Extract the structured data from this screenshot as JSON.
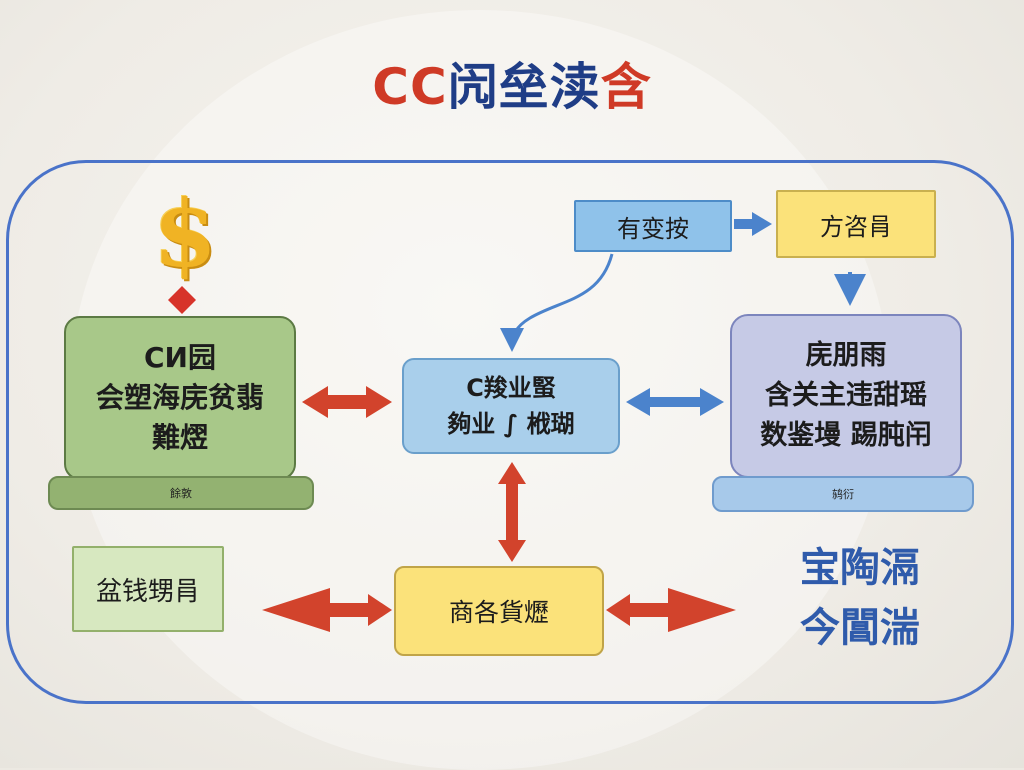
{
  "title": {
    "part1": "CC",
    "part2": "闶垒渎",
    "part3": "含"
  },
  "symbols": {
    "dollar": "$"
  },
  "nodes": {
    "left": {
      "lines": [
        "CИ园",
        "会塑海庑贫翡",
        "難熤"
      ],
      "base_label": "餘敦"
    },
    "center": {
      "lines": [
        "C羧业蜸",
        "夠业 ∫ 栰瑚"
      ]
    },
    "right": {
      "lines": [
        "庑朋雨",
        "含关主违甜瑶",
        "数鉴墁 踢肫闬"
      ],
      "base_label": "鸫衍"
    },
    "top_blue": {
      "label": "有变按"
    },
    "top_yellow": {
      "label": "方咨肙"
    },
    "bottom_yellow": {
      "label": "商各貨爏"
    },
    "bottom_green": {
      "label": "盆钱甥肙"
    },
    "side_text": {
      "lines": [
        "宝陶滆",
        "今閶湍"
      ]
    }
  },
  "colors": {
    "frame": "#4a73c9",
    "red_arrow": "#d2432c",
    "blue_arrow": "#4b83cc",
    "title_red": "#cf3a26",
    "title_blue": "#1f3d86",
    "dollar": "#f0b324"
  }
}
